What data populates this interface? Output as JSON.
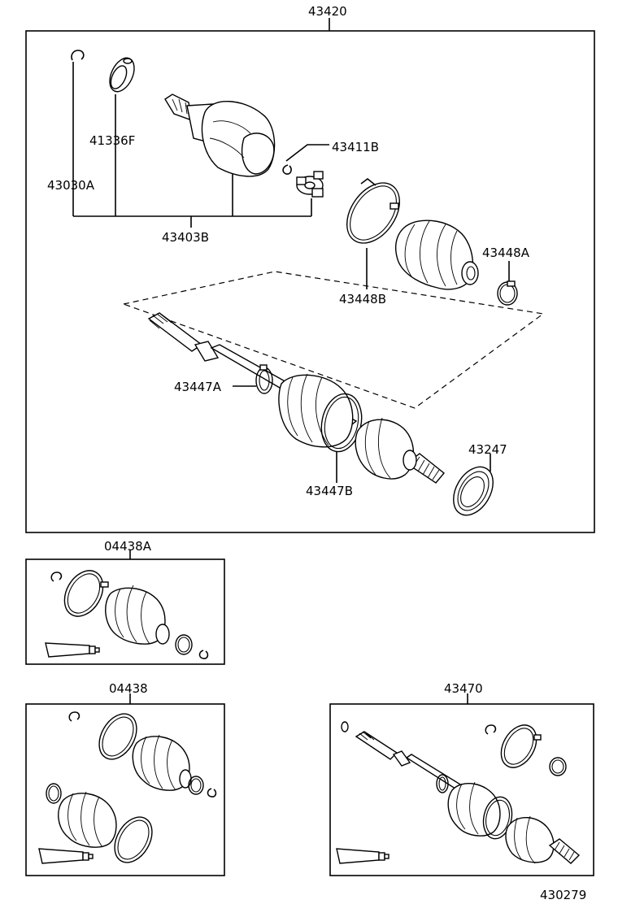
{
  "labels": {
    "assembly_main": "43420",
    "snap_ring": "43030A",
    "seal_outer": "41336F",
    "inboard_joint": "43403B",
    "tripod_clip": "43411B",
    "clamp_large_inner": "43448B",
    "clamp_small_inner": "43448A",
    "clamp_small_outer": "43447A",
    "boot_outer": "43447B",
    "dust_seal": "43247",
    "kit_inner_boot": "04438A",
    "kit_boot_both": "04438",
    "assembly_alt": "43470",
    "diagram_number": "430279"
  }
}
